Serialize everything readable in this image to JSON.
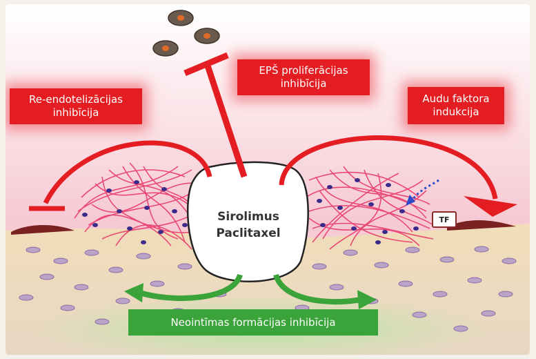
{
  "labels": {
    "reendothelialization": [
      "Re-endotelizācijas",
      "inhibīcija"
    ],
    "smc_proliferation": [
      "EPŠ proliferācijas",
      "inhibīcija"
    ],
    "tissue_factor": [
      "Audu faktora",
      "indukcija"
    ],
    "neointima": "Neointīmas formācijas inhibīcija"
  },
  "drug": {
    "line1": "Sirolimus",
    "line2": "Paclitaxel"
  },
  "tf_marker": "TF",
  "colors": {
    "red": "#e41d22",
    "green": "#3aa33a",
    "fibrin": "#e83a6a",
    "cell_dark": "#3a2a8a"
  }
}
